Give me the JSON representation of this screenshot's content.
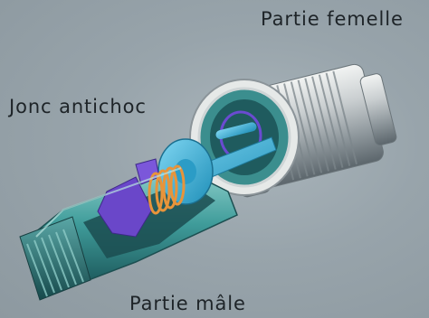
{
  "labels": {
    "female_part": "Partie femelle",
    "shock_ring": "Jonc antichoc",
    "male_part": "Partie mâle"
  }
}
